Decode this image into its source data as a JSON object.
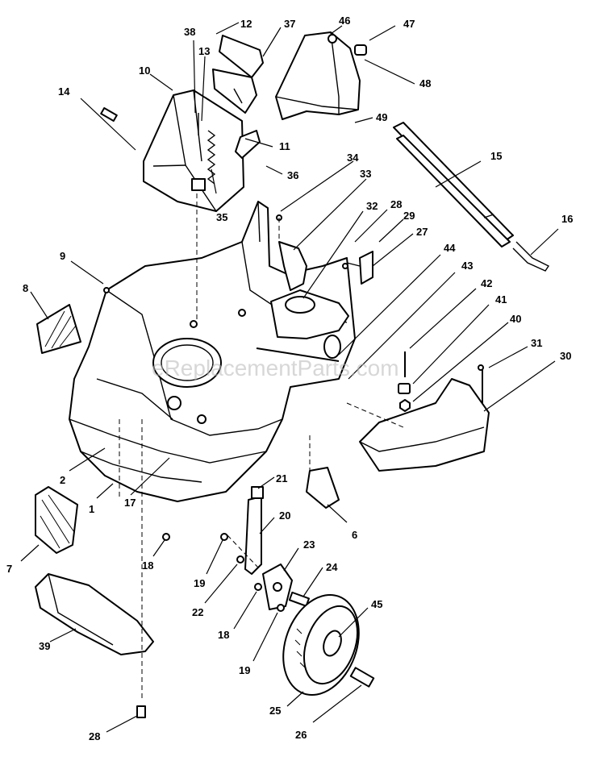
{
  "watermark": "eReplacementParts.com",
  "callouts": [
    "1",
    "2",
    "6",
    "7",
    "8",
    "9",
    "10",
    "11",
    "12",
    "13",
    "14",
    "15",
    "16",
    "17",
    "18",
    "18",
    "19",
    "19",
    "20",
    "21",
    "22",
    "23",
    "24",
    "25",
    "26",
    "27",
    "28",
    "28",
    "29",
    "30",
    "31",
    "32",
    "33",
    "34",
    "35",
    "36",
    "37",
    "38",
    "39",
    "40",
    "41",
    "42",
    "43",
    "44",
    "45",
    "46",
    "47",
    "48",
    "49"
  ]
}
